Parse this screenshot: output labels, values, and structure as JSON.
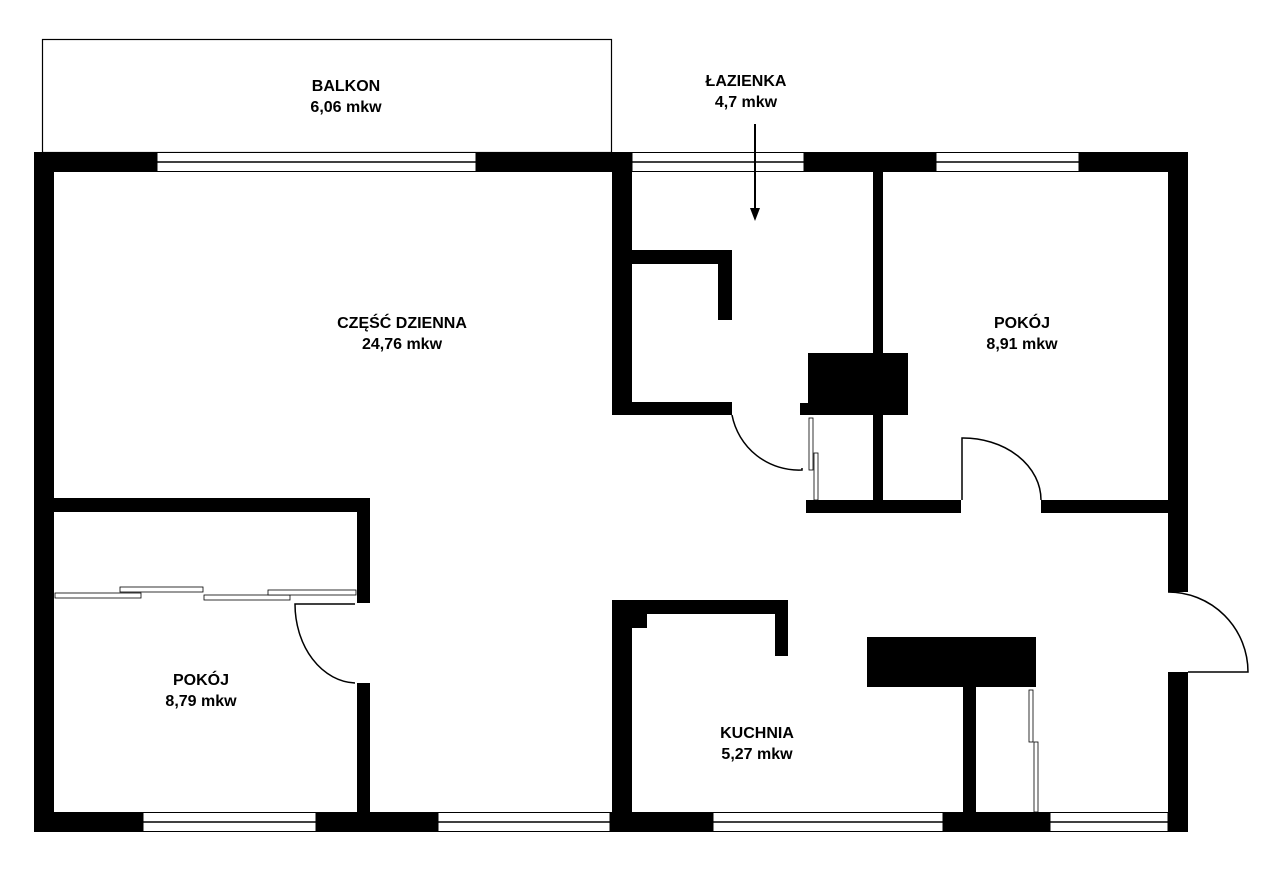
{
  "colors": {
    "wall": "#000000",
    "background": "#ffffff"
  },
  "rooms": [
    {
      "name": "BALKON",
      "area": "6,06 mkw"
    },
    {
      "name": "ŁAZIENKA",
      "area": "4,7 mkw"
    },
    {
      "name": "CZĘŚĆ DZIENNA",
      "area": "24,76 mkw"
    },
    {
      "name": "POKÓJ",
      "area": "8,91 mkw"
    },
    {
      "name": "POKÓJ",
      "area": "8,79 mkw"
    },
    {
      "name": "KUCHNIA",
      "area": "5,27 mkw"
    }
  ]
}
